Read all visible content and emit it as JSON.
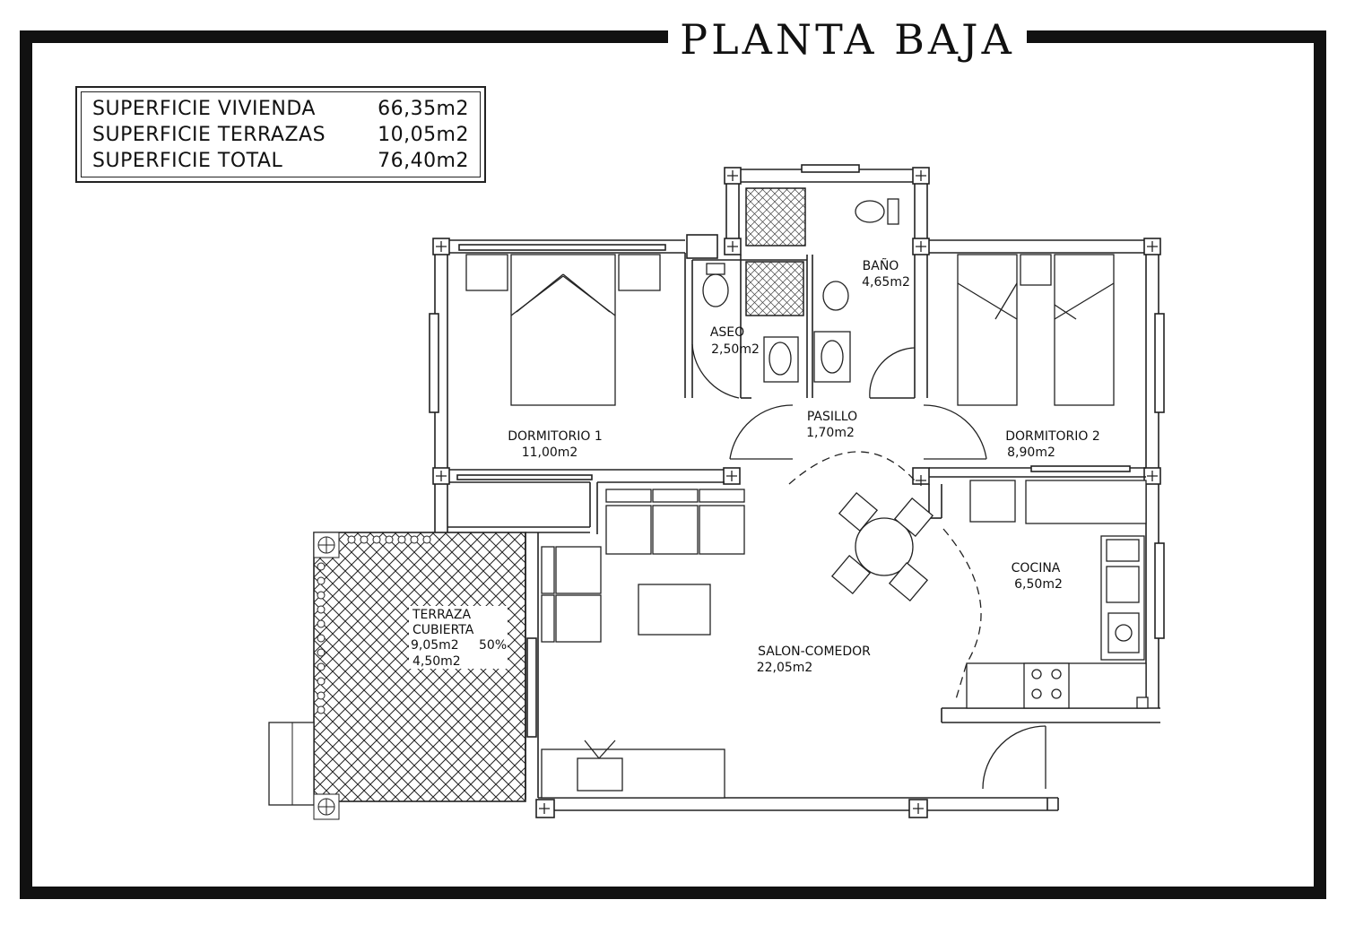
{
  "title": "PLANTA BAJA",
  "areas": [
    {
      "label": "SUPERFICIE VIVIENDA",
      "value": "66,35m2"
    },
    {
      "label": "SUPERFICIE TERRAZAS",
      "value": "10,05m2"
    },
    {
      "label": "SUPERFICIE TOTAL",
      "value": "76,40m2"
    }
  ],
  "rooms": {
    "bano": {
      "name": "BAÑO",
      "area": "4,65m2"
    },
    "aseo": {
      "name": "ASEO",
      "area": "2,50m2"
    },
    "pasillo": {
      "name": "PASILLO",
      "area": "1,70m2"
    },
    "dormitorio1": {
      "name": "DORMITORIO 1",
      "area": "11,00m2"
    },
    "dormitorio2": {
      "name": "DORMITORIO 2",
      "area": "8,90m2"
    },
    "cocina": {
      "name": "COCINA",
      "area": "6,50m2"
    },
    "salon": {
      "name": "SALON-COMEDOR",
      "area": "22,05m2"
    },
    "terraza": {
      "line1": "TERRAZA",
      "line2": "CUBIERTA",
      "area": "9,05m2",
      "percent": "50%",
      "computed": "4,50m2"
    }
  }
}
